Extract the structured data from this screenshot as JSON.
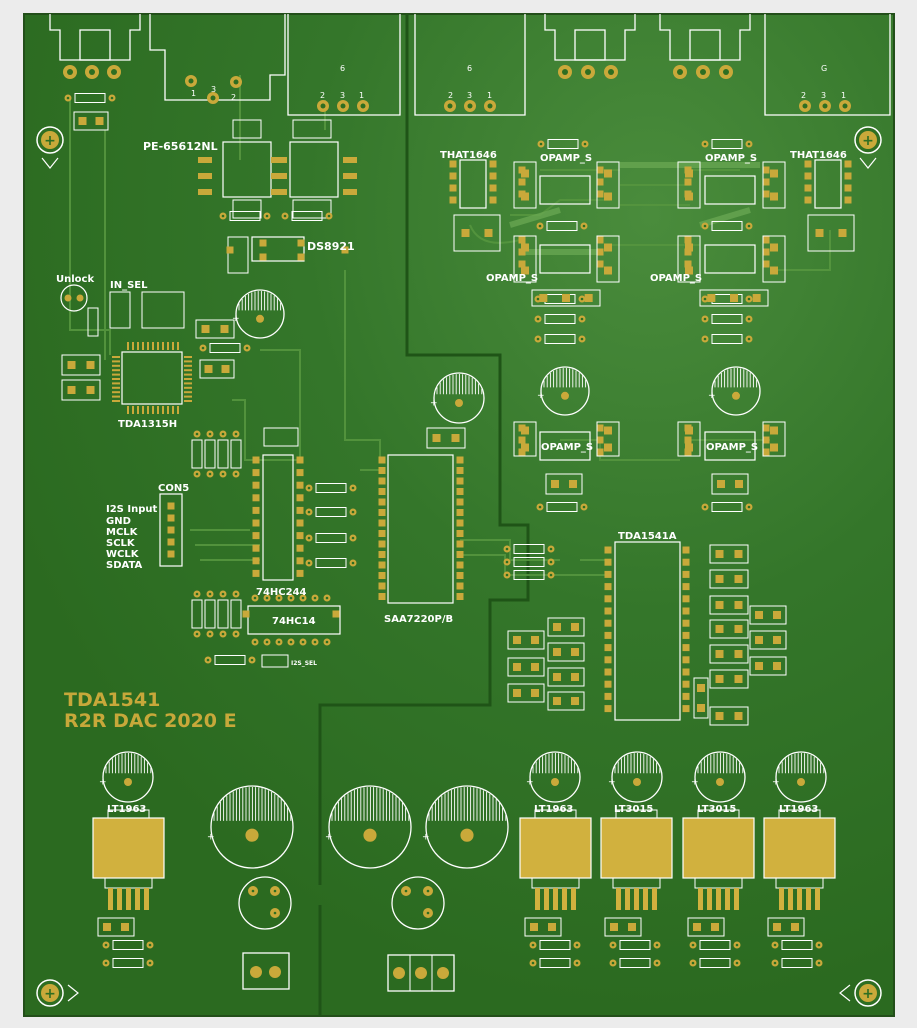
{
  "board": {
    "colors": {
      "background": "#ececec",
      "pcb": "#2e6e22",
      "pcb_light": "#4a8c3c",
      "trace": "#56963f",
      "silk": "#ffffff",
      "pad": "#c9a93a",
      "copper_pour": "#d1b13e",
      "title_text": "#c7a83a"
    },
    "title_line1": "TDA1541",
    "title_line2": "R2R DAC 2020 E",
    "connectors": {
      "j_left_pins": "",
      "j_xlr1": [
        "1",
        "3",
        "2"
      ],
      "j_xlr2": [
        "6",
        "2",
        "3",
        "1"
      ],
      "j_xlr3": [
        "6",
        "2",
        "3",
        "1"
      ],
      "j_xlr4": [
        "G",
        "2",
        "3",
        "1"
      ]
    },
    "labels": {
      "pe_transformer": "PE-65612NL",
      "ds8921": "DS8921",
      "unlock": "Unlock",
      "in_sel": "IN_SEL",
      "tda1315": "TDA1315H",
      "con5": "CON5",
      "i2s_input": "I2S Input",
      "gnd": "GND",
      "mclk": "MCLK",
      "sclk": "SCLK",
      "wclk": "WCLK",
      "sdata": "SDATA",
      "hc244": "74HC244",
      "hc14": "74HC14",
      "i2s_sel": "I2S_SEL",
      "saa7220": "SAA7220P/B",
      "tda1541a": "TDA1541A",
      "that_left": "THAT1646",
      "that_right": "THAT1646",
      "opamp_tl": "OPAMP_S",
      "opamp_tr": "OPAMP_S",
      "opamp_ml": "OPAMP_S",
      "opamp_mr": "OPAMP_S",
      "opamp_bl": "OPAMP_S",
      "opamp_br": "OPAMP_S",
      "reg_1": "LT1963",
      "reg_2": "LT1963",
      "reg_3": "LT3015",
      "reg_4": "LT3015",
      "reg_5": "LT1963"
    }
  }
}
